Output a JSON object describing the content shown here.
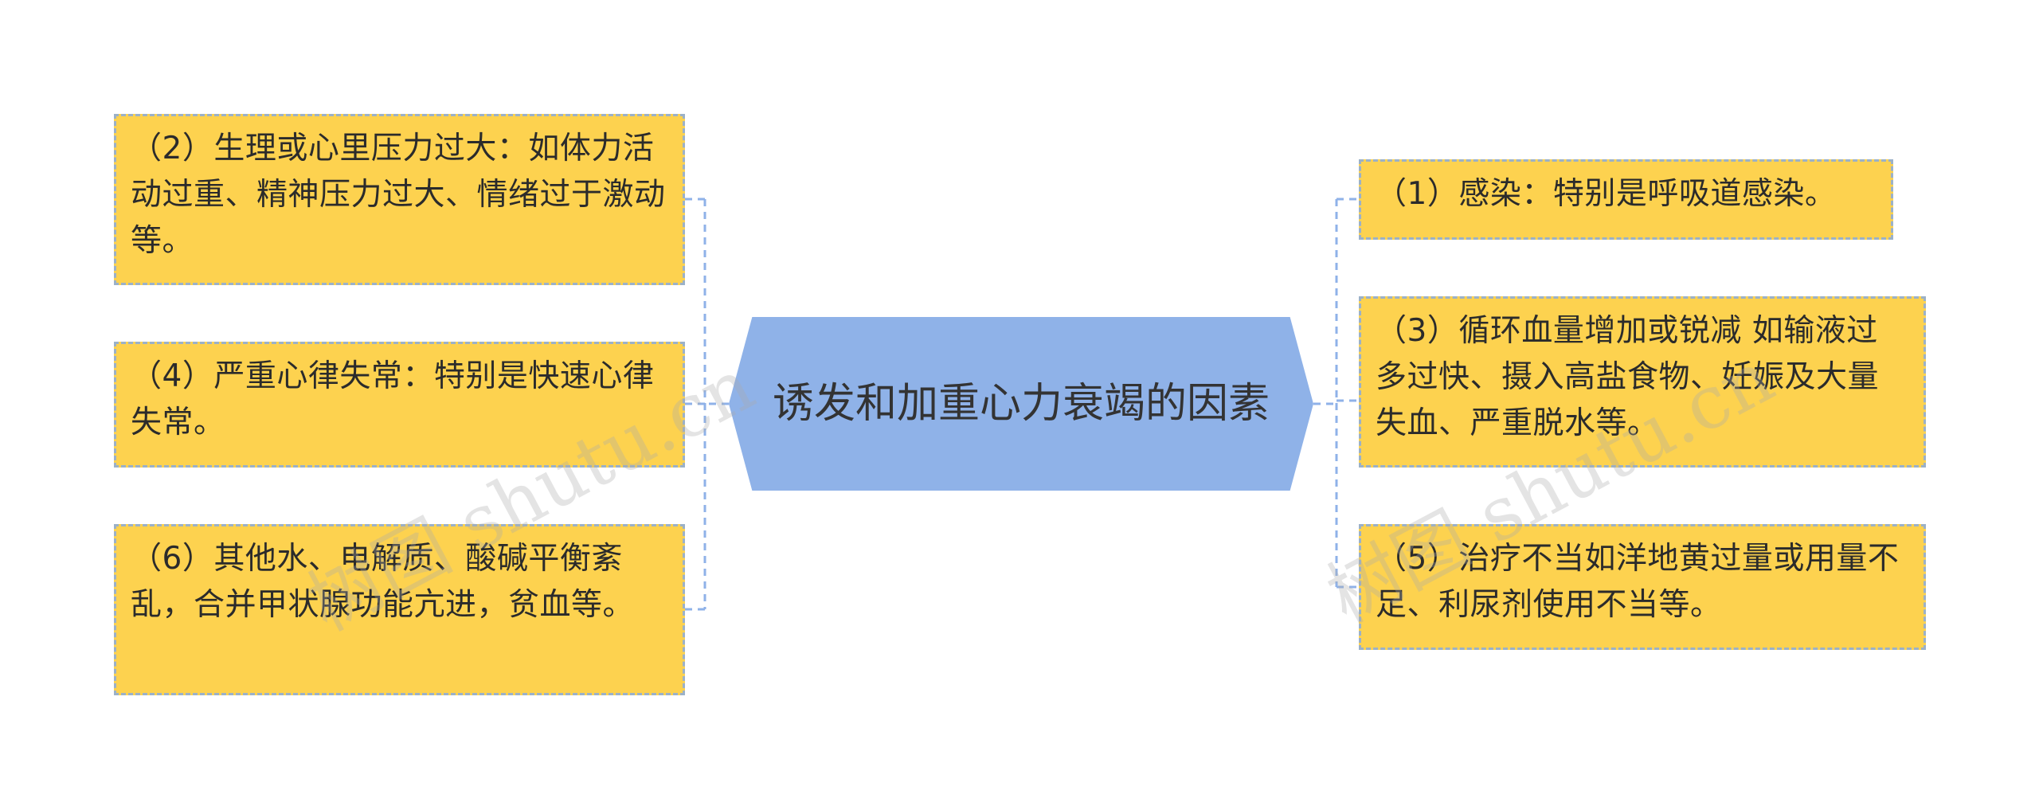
{
  "center": {
    "text": "诱发和加重心力衰竭的因素"
  },
  "left_nodes": [
    {
      "text": "（2）生理或心里压力过大：如体力活动过重、精神压力过大、情绪过于激动等。"
    },
    {
      "text": "（4）严重心律失常：特别是快速心律失常。"
    },
    {
      "text": "（6）其他水、电解质、酸碱平衡紊乱，合并甲状腺功能亢进，贫血等。"
    }
  ],
  "right_nodes": [
    {
      "text": "（1）感染：特别是呼吸道感染。"
    },
    {
      "text": "（3）循环血量增加或锐减 如输液过多过快、摄入高盐食物、妊娠及大量失血、严重脱水等。"
    },
    {
      "text": "（5）治疗不当如洋地黄过量或用量不足、利尿剂使用不当等。"
    }
  ],
  "watermarks": [
    "树图 shutu.cn",
    "树图 shutu.cn"
  ],
  "colors": {
    "node_fill": "#FDD24F",
    "node_border": "#9BB1C8",
    "center_fill": "#8FB2E8",
    "connector": "#8FB2E8"
  }
}
